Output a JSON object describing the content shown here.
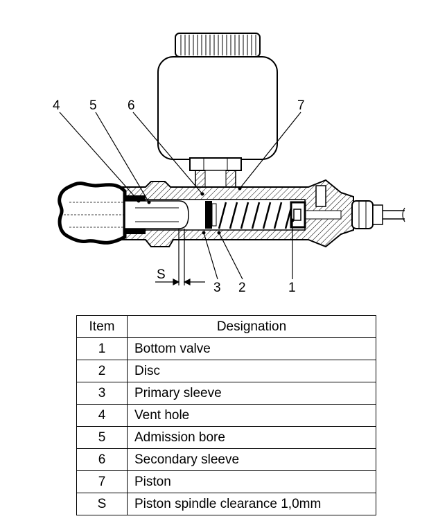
{
  "callouts": {
    "c1": "1",
    "c2": "2",
    "c3": "3",
    "c4": "4",
    "c5": "5",
    "c6": "6",
    "c7": "7",
    "cS": "S"
  },
  "table": {
    "headers": [
      "Item",
      "Designation"
    ],
    "rows": [
      {
        "item": "1",
        "designation": "Bottom valve"
      },
      {
        "item": "2",
        "designation": "Disc"
      },
      {
        "item": "3",
        "designation": "Primary sleeve"
      },
      {
        "item": "4",
        "designation": "Vent hole"
      },
      {
        "item": "5",
        "designation": "Admission bore"
      },
      {
        "item": "6",
        "designation": "Secondary sleeve"
      },
      {
        "item": "7",
        "designation": "Piston"
      },
      {
        "item": "S",
        "designation": "Piston spindle clearance 1,0mm"
      }
    ]
  }
}
